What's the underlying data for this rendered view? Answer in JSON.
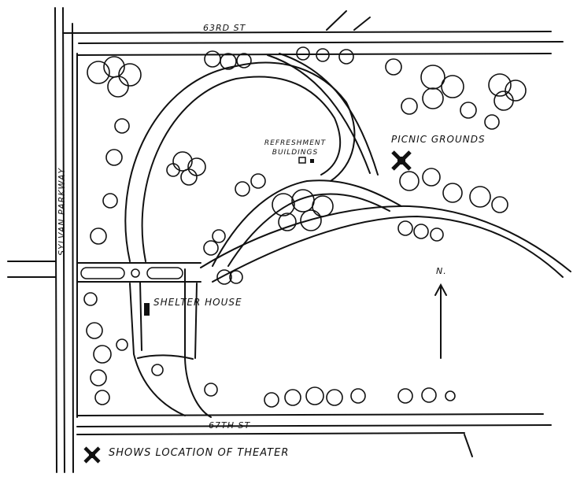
{
  "map": {
    "streets": {
      "north": "63RD ST",
      "south": "67TH ST",
      "west": "SYLVAN PARKWAY"
    },
    "labels": {
      "picnic_grounds": "PICNIC GROUNDS",
      "refreshment_line1": "REFRESHMENT",
      "refreshment_line2": "BUILDINGS",
      "shelter_house": "SHELTER HOUSE",
      "north_arrow": "N."
    },
    "legend": {
      "text": "SHOWS LOCATION OF THEATER",
      "icon": "theater-marker-icon"
    }
  }
}
